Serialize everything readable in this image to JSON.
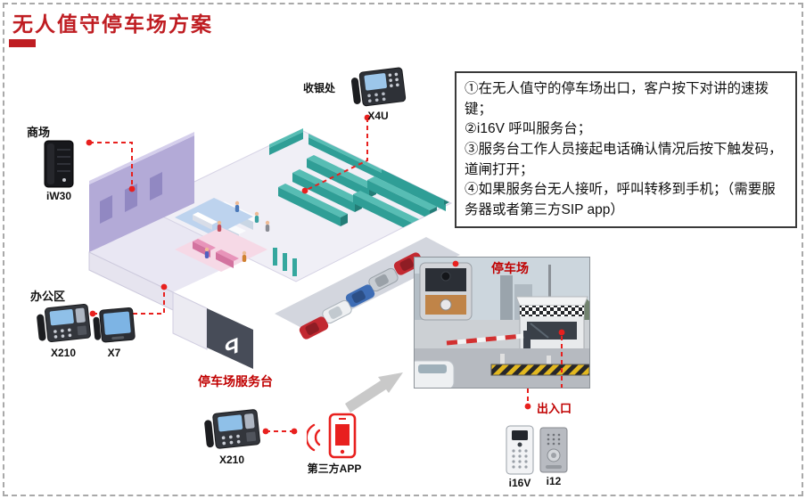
{
  "title": "无人值守停车场方案",
  "instructions": [
    "①在无人值守的停车场出口，客户按下对讲的速拨键；",
    "②i16V 呼叫服务台；",
    "③服务台工作人员接起电话确认情况后按下触发码，道闸打开；",
    "④如果服务台无人接听，呼叫转移到手机；（需要服务器或者第三方SIP app）"
  ],
  "labels": {
    "mall": "商场",
    "cashier": "收银处",
    "office": "办公区",
    "service_desk": "停车场服务台",
    "parking": "停车场",
    "gate": "出入口",
    "third_party_app": "第三方APP"
  },
  "devices": {
    "speaker": "iW30",
    "cashier_phone": "X4U",
    "office_phone_1": "X210",
    "office_phone_2": "X7",
    "desk_phone": "X210",
    "door_station_1": "i16V",
    "door_station_2": "i12"
  },
  "signs": {
    "p": "P"
  },
  "colors": {
    "accent_red": "#bf1d22",
    "connector_red": "#e8201e",
    "wall_lavender": "#b3aad7",
    "shelf_teal": "#2f9e96"
  }
}
